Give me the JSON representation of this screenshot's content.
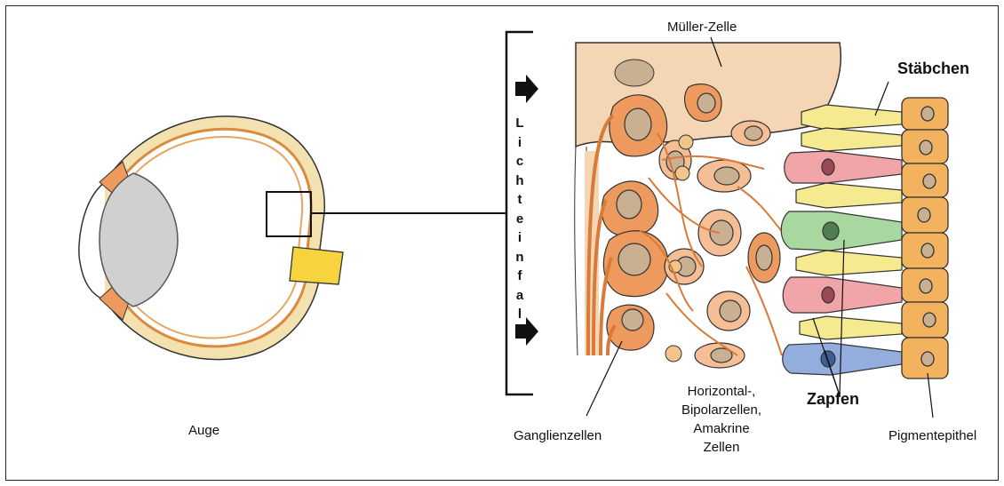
{
  "labels": {
    "eye": "Auge",
    "mueller_cell": "Müller-Zelle",
    "light_incidence": "Lichteinfall",
    "rods": "Stäbchen",
    "cones": "Zapfen",
    "ganglion_cells": "Ganglienzellen",
    "horizontal_line1": "Horizontal-,",
    "horizontal_line2": "Bipolarzellen,",
    "horizontal_line3": "Amakrine",
    "horizontal_line4": "Zellen",
    "pigment_epithelium": "Pigmentepithel"
  },
  "colors": {
    "frame": "#222222",
    "mueller_cell": "#F4D6B4",
    "ganglion": "#EE9A5E",
    "bipolar": "#F5BE95",
    "nucleus": "#C9B092",
    "rod": "#F6EA90",
    "cone_pink": "#F1A5A9",
    "cone_green": "#A9D7A0",
    "cone_blue": "#93AEDC",
    "pigment": "#F3B25E",
    "optic_nerve": "#F7D33E",
    "sclera": "#F4E1B0",
    "lens": "#D0D0D0"
  }
}
